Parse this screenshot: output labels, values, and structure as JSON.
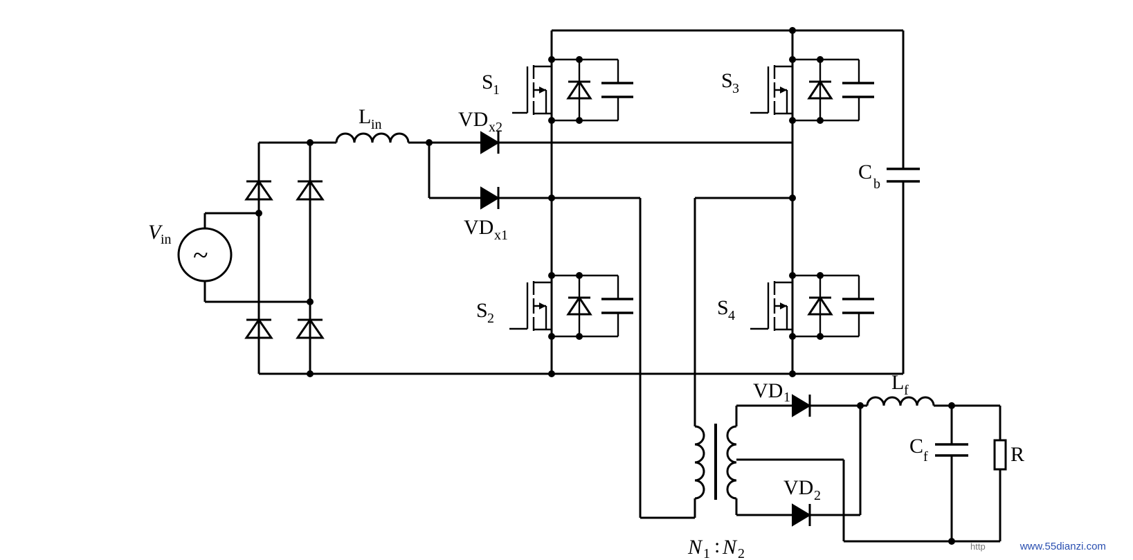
{
  "diagram": {
    "labels": {
      "vin": "V",
      "vin_sub": "in",
      "lin": "L",
      "lin_sub": "in",
      "vdx2": "VD",
      "vdx2_sub": "x2",
      "vdx1": "VD",
      "vdx1_sub": "x1",
      "s1": "S",
      "s1_sub": "1",
      "s2": "S",
      "s2_sub": "2",
      "s3": "S",
      "s3_sub": "3",
      "s4": "S",
      "s4_sub": "4",
      "cb": "C",
      "cb_sub": "b",
      "vd1": "VD",
      "vd1_sub": "1",
      "vd2": "VD",
      "vd2_sub": "2",
      "lf": "L",
      "lf_sub": "f",
      "cf": "C",
      "cf_sub": "f",
      "r": "R",
      "ratio_n1": "N",
      "ratio_n1_sub": "1",
      "ratio_sep": ":",
      "ratio_n2": "N",
      "ratio_n2_sub": "2",
      "source_symbol": "~"
    },
    "watermark": {
      "prefix": "http",
      "site": "www.55dianzi.com"
    }
  }
}
